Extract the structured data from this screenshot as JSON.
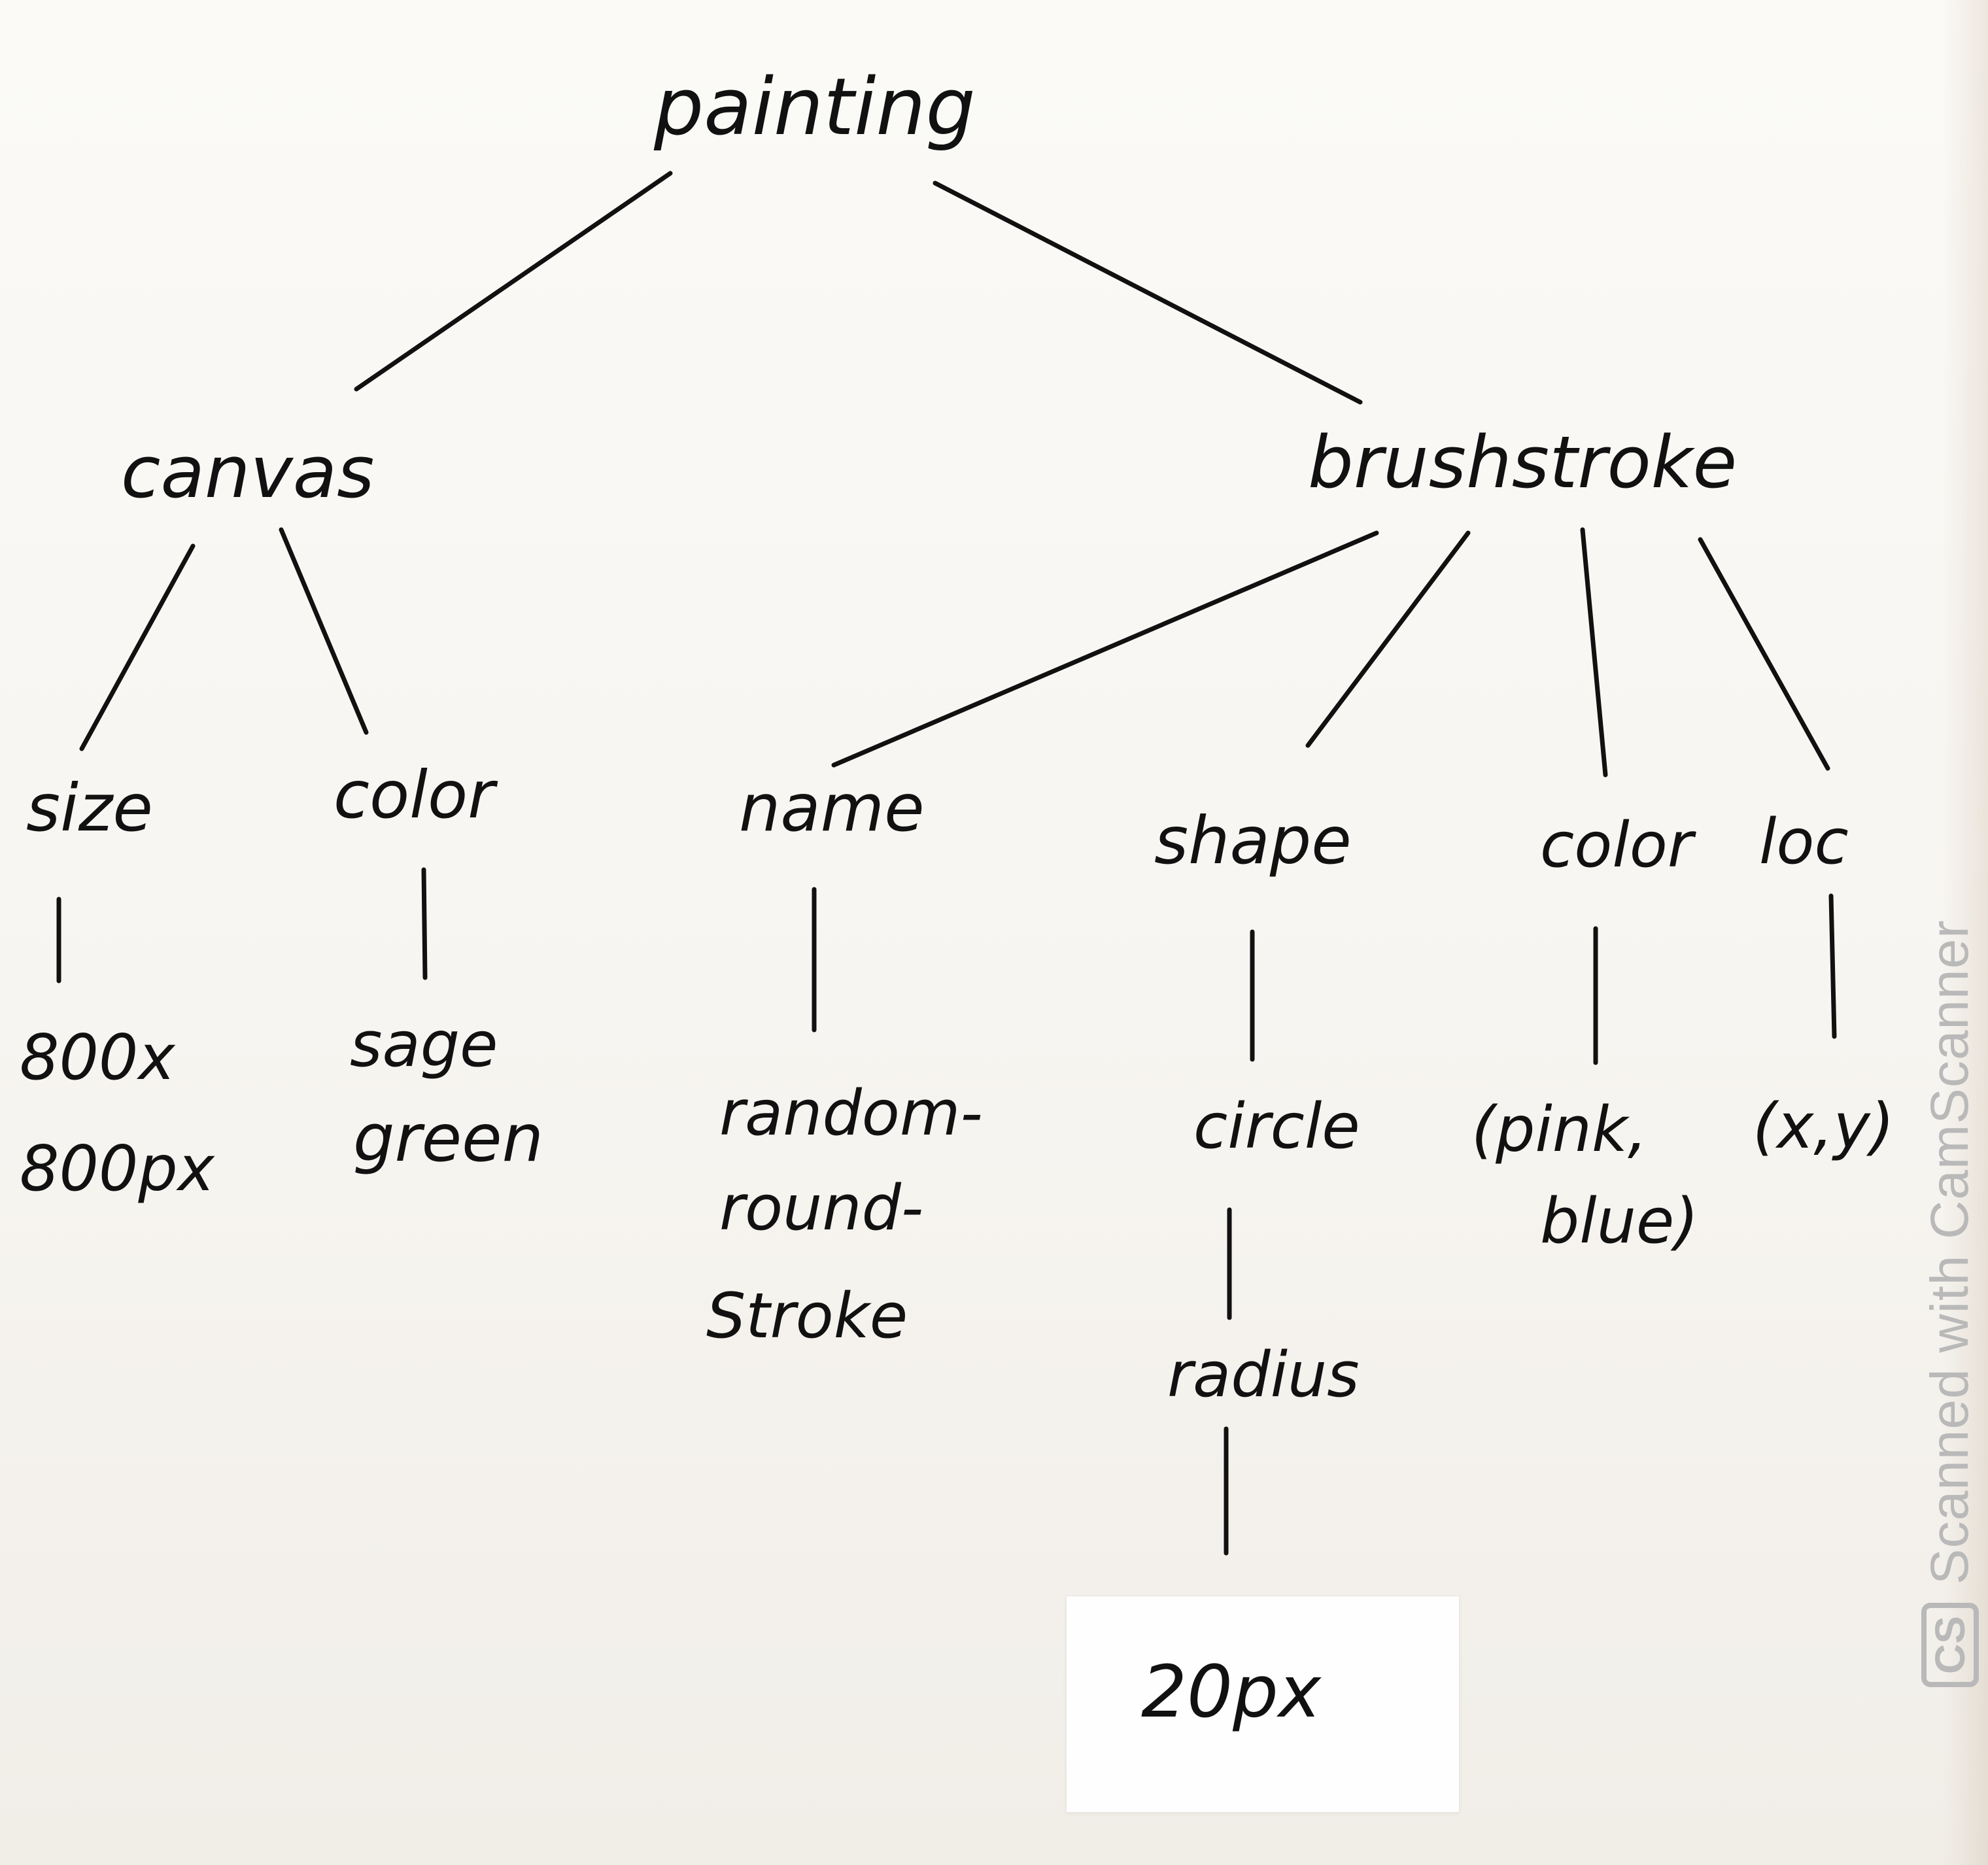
{
  "root": {
    "label": "painting"
  },
  "canvas": {
    "label": "canvas",
    "size": {
      "label": "size",
      "value_line1": "800x",
      "value_line2": "800px"
    },
    "color": {
      "label": "color",
      "value_line1": "sage",
      "value_line2": "green"
    }
  },
  "brushstroke": {
    "label": "brushstroke",
    "name": {
      "label": "name",
      "value_line1": "random-",
      "value_line2": "round-",
      "value_line3": "Stroke"
    },
    "shape": {
      "label": "shape",
      "value": "circle",
      "radius": {
        "label": "radius",
        "value": "20px"
      }
    },
    "color": {
      "label": "color",
      "value_line1": "(pink,",
      "value_line2": "blue)"
    },
    "loc": {
      "label": "loc",
      "value": "(x,y)"
    }
  },
  "watermark": {
    "logo": "CS",
    "text": "Scanned with CamScanner"
  },
  "colors": {
    "ink": "#111111",
    "paper": "#f7f5f1",
    "watermark": "#b9b9b9"
  }
}
